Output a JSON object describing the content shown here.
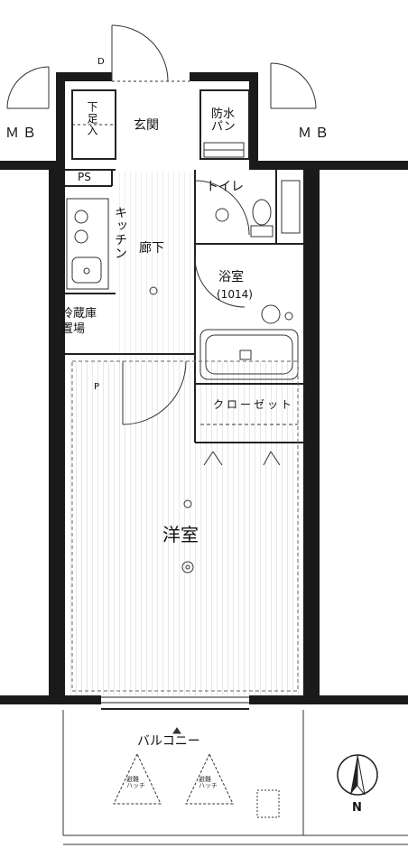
{
  "floor_plan": {
    "meter_box_left": "ＭＢ",
    "meter_box_right": "ＭＢ",
    "entrance": "玄関",
    "shoe_closet": "下足入",
    "washer_pan": "防水\nパン",
    "pipe_space": "PS",
    "toilet": "トイレ",
    "kitchen": "キッチン",
    "hallway": "廊下",
    "bathroom": "浴室",
    "bathroom_size": "(1014)",
    "fridge_space": "冷蔵庫\n置場",
    "closet": "クローゼット",
    "western_room": "洋室",
    "balcony": "バルコニー",
    "evac_hatch_left": "避難\nハッチ",
    "evac_hatch_right": "避難\nハッチ",
    "north_label": "N",
    "door_mark": "D",
    "outlet_mark": "P"
  }
}
